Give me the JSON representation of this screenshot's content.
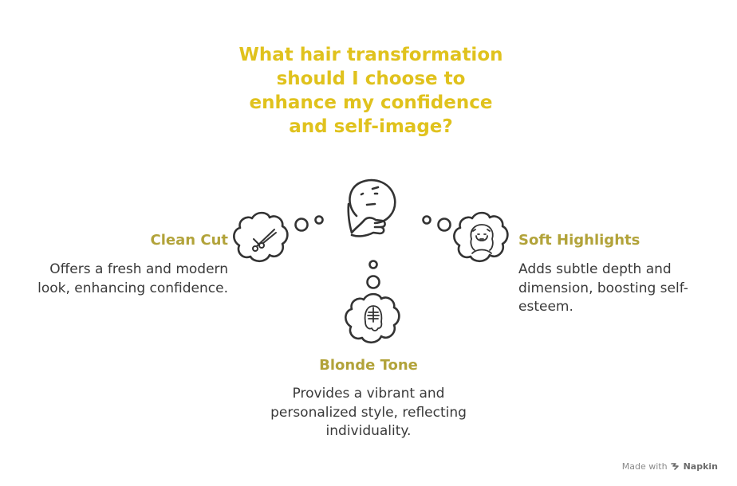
{
  "title": "What hair transformation should I choose to enhance my confidence and self-image?",
  "options": [
    {
      "id": "clean-cut",
      "heading": "Clean Cut",
      "description": "Offers a fresh and modern look, enhancing confidence.",
      "icon": "scissors-icon"
    },
    {
      "id": "soft-highlights",
      "heading": "Soft Highlights",
      "description": "Adds subtle depth and dimension, boosting self-esteem.",
      "icon": "woman-portrait-icon"
    },
    {
      "id": "blonde-tone",
      "heading": "Blonde Tone",
      "description": "Provides a vibrant and personalized style, reflecting individuality.",
      "icon": "hair-dye-icon"
    }
  ],
  "center_icon": "thinking-face-icon",
  "footer": {
    "prefix": "Made with",
    "brand": "Napkin"
  },
  "colors": {
    "title": "#e0c21d",
    "heading": "#b2a33a",
    "text": "#3a3a3a",
    "stroke": "#333333"
  }
}
